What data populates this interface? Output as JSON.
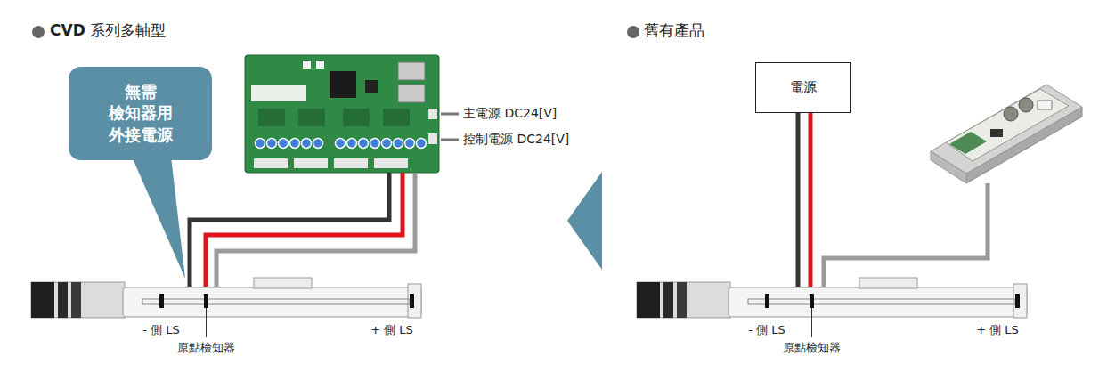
{
  "diagram": {
    "nodes": [
      {
        "text": [
          "無需 檢知器用 外接電源"
        ]
      },
      {
        "text": [
          "電源"
        ]
      }
    ],
    "labels": [
      "CVD 系列多軸型",
      "舊有產品",
      "主電源 DC24[V]",
      "控制電源 DC24[V]",
      "- 側 LS",
      "原點檢知器",
      "+ 側 LS",
      "- 側 LS",
      "原點檢知器",
      "+ 側 LS"
    ]
  }
}
